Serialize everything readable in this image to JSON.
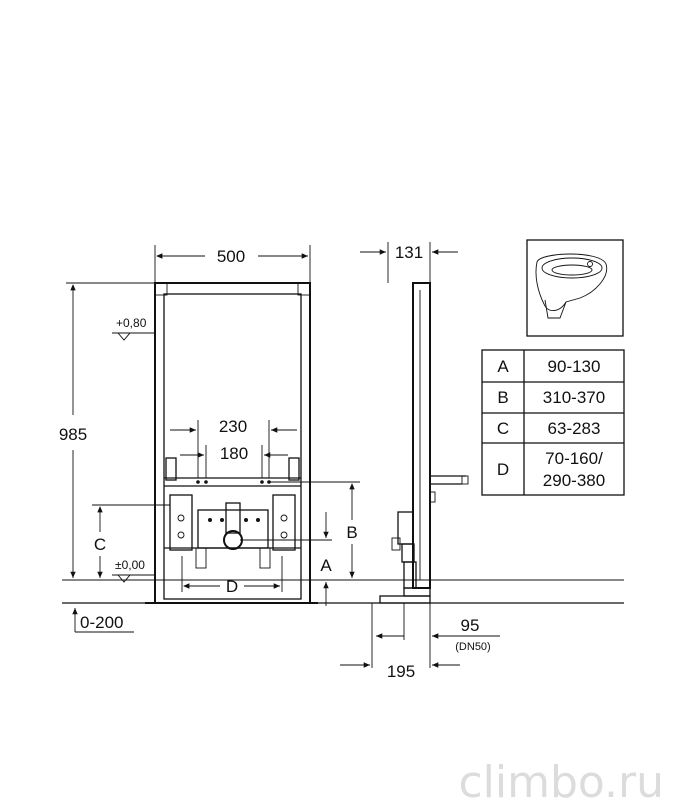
{
  "dimensions": {
    "width": "500",
    "height": "985",
    "spacing_230": "230",
    "spacing_180": "180",
    "depth": "131",
    "level_top": "+0,80",
    "level_zero": "±0,00",
    "adjust": "0-200",
    "pipe": "95",
    "pipe_dn": "(DN50)",
    "offset": "195",
    "label_a": "A",
    "label_b": "B",
    "label_c": "C",
    "label_d": "D"
  },
  "table": {
    "rows": [
      {
        "key": "A",
        "value": "90-130"
      },
      {
        "key": "B",
        "value": "310-370"
      },
      {
        "key": "C",
        "value": "63-283"
      },
      {
        "key": "D",
        "value": "70-160/",
        "value2": "290-380"
      }
    ]
  },
  "watermark": "climbo.ru"
}
